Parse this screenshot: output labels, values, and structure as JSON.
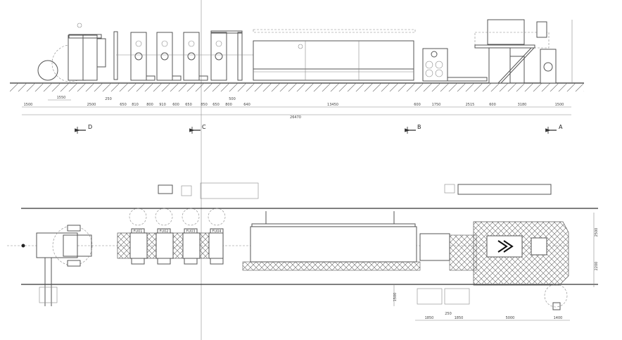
{
  "elevation_view": {
    "dimensions": [
      "1500",
      "2500",
      "1550",
      "250",
      "650",
      "810",
      "800",
      "910",
      "600",
      "650",
      "850",
      "650",
      "800",
      "500",
      "640",
      "13450",
      "600",
      "1750",
      "2515",
      "600",
      "3180",
      "1500"
    ],
    "overall_length": "26470",
    "section_markers": [
      "D",
      "C",
      "B",
      "A"
    ]
  },
  "plan_view": {
    "dimensions_bottom": [
      "1850",
      "250",
      "1850",
      "5000",
      "1400"
    ],
    "dimensions_side": [
      "2500",
      "2200",
      "1500"
    ],
    "unit_labels": [
      "FU01",
      "FU02",
      "FU03",
      "FU04"
    ]
  },
  "colors": {
    "line": "#444444",
    "background": "#ffffff"
  }
}
